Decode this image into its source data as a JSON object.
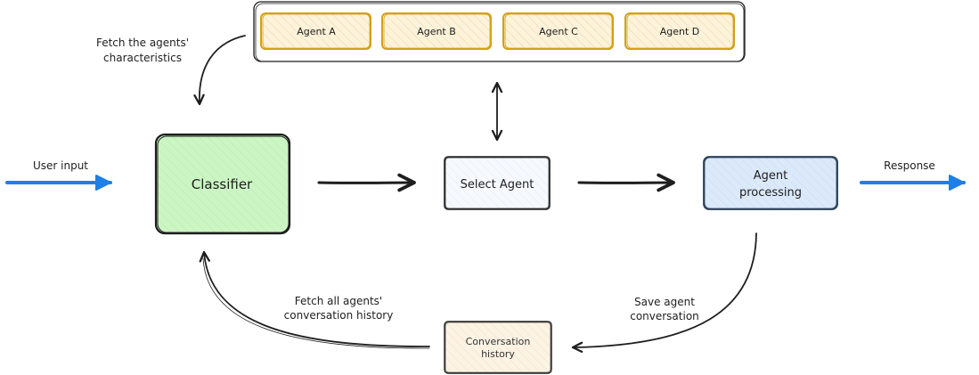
{
  "agents": [
    {
      "label": "Agent A"
    },
    {
      "label": "Agent B"
    },
    {
      "label": "Agent C"
    },
    {
      "label": "Agent D"
    }
  ],
  "nodes": {
    "classifier": "Classifier",
    "select_agent": "Select Agent",
    "agent_processing_line1": "Agent",
    "agent_processing_line2": "processing",
    "conversation_history_line1": "Conversation",
    "conversation_history_line2": "history"
  },
  "labels": {
    "user_input": "User input",
    "response": "Response",
    "fetch_characteristics_line1": "Fetch the agents'",
    "fetch_characteristics_line2": "characteristics",
    "fetch_history_line1": "Fetch all agents'",
    "fetch_history_line2": "conversation history",
    "save_conversation_line1": "Save agent",
    "save_conversation_line2": "conversation"
  },
  "colors": {
    "agent_border": "#d4a017",
    "agent_fill": "#fdf3dc",
    "classifier_fill": "#ccf5c4",
    "select_fill": "#f3f7fd",
    "processing_fill": "#d6e6fa",
    "processing_border": "#2a3d55",
    "history_fill": "#fcf3e4",
    "io_arrow": "#1f7fe6",
    "stroke": "#1e1e1e"
  }
}
